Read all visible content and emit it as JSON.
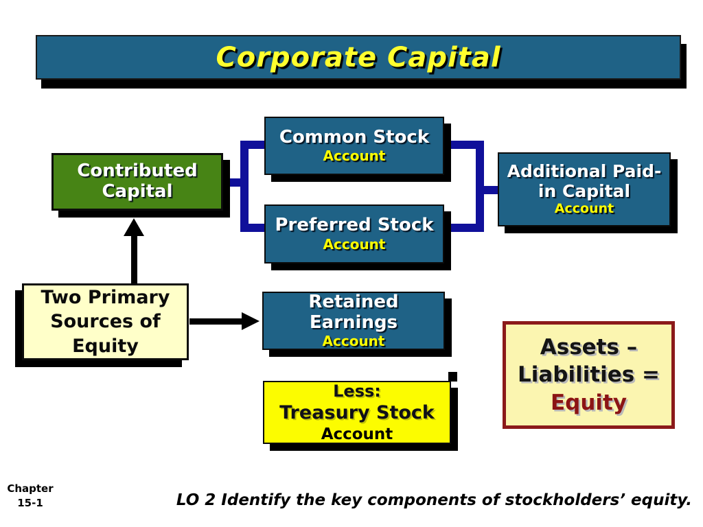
{
  "slide": {
    "title": "Corporate Capital",
    "chapter_line1": "Chapter",
    "chapter_line2": "15-1",
    "learning_objective": "LO 2 Identify the key components of stockholders’ equity."
  },
  "boxes": {
    "contributed": {
      "line1": "Contributed",
      "line2": "Capital"
    },
    "common": {
      "title": "Common Stock",
      "subtitle": "Account"
    },
    "preferred": {
      "title": "Preferred Stock",
      "subtitle": "Account"
    },
    "apic": {
      "line1": "Additional Paid-",
      "line2": "in Capital",
      "subtitle": "Account"
    },
    "two_primary": {
      "line1": "Two Primary",
      "line2": "Sources of",
      "line3": "Equity"
    },
    "retained": {
      "title": "Retained Earnings",
      "subtitle": "Account"
    },
    "treasury": {
      "line1": "Less:",
      "line2": "Treasury Stock",
      "line3": "Account"
    },
    "equation": {
      "line1": "Assets –",
      "line2": "Liabilities =",
      "line3": "Equity"
    }
  },
  "colors": {
    "box_teal": "#1F6286",
    "box_green": "#478415",
    "connector_navy": "#10109A",
    "accent_yellow": "#FFFF00",
    "title_yellow": "#FFFF2E",
    "pale_yellow": "#FFFFC9",
    "equation_fill": "#FBF5B0",
    "equation_border": "#8B1A1A",
    "equity_red": "#8B1414",
    "treasury_yellow": "#FCFC00",
    "shadow_black": "#000000"
  }
}
